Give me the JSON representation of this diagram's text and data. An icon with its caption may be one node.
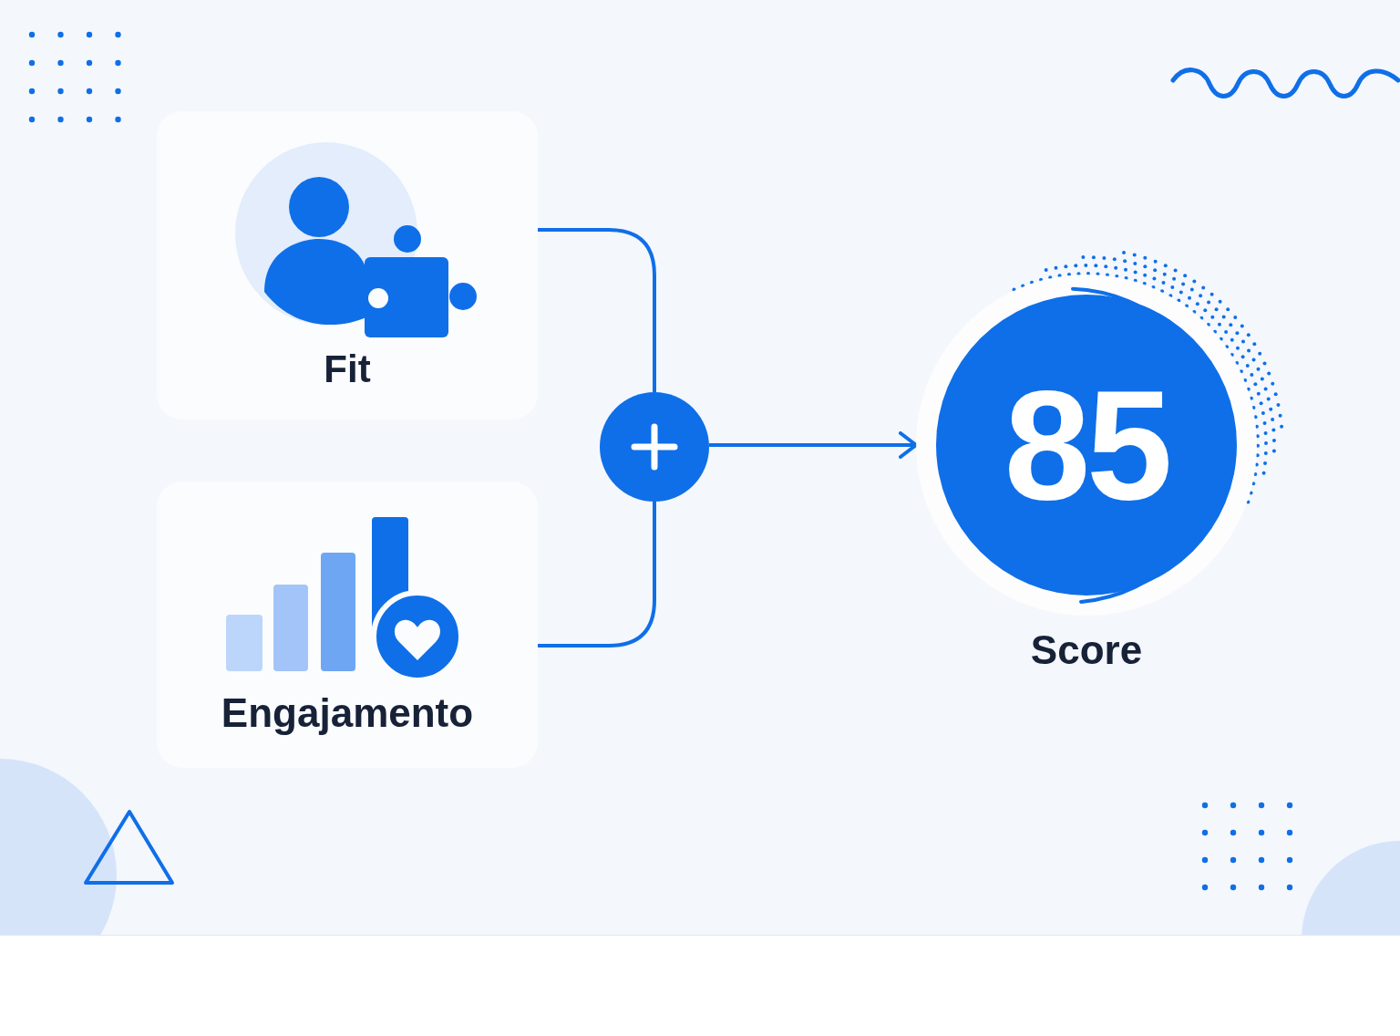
{
  "diagram": {
    "nodes": [
      {
        "text": [
          "Fit"
        ]
      },
      {
        "text": [
          "Engajamento"
        ]
      },
      {
        "text": [],
        "shape": "circle"
      },
      {
        "text": [
          "85"
        ],
        "beside": [
          "Score"
        ]
      }
    ],
    "edges": [
      {
        "from": 0,
        "to": 2,
        "arrow": "none"
      },
      {
        "from": 1,
        "to": 2,
        "arrow": "none"
      },
      {
        "from": 2,
        "to": 3,
        "arrow": "to"
      }
    ]
  }
}
